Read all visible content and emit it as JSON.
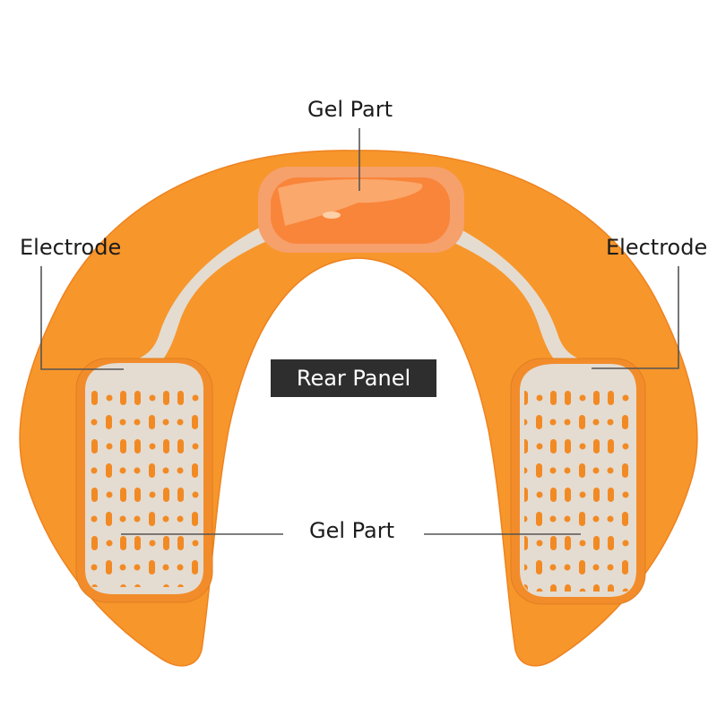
{
  "diagram": {
    "labels": {
      "gel_part_top": "Gel Part",
      "electrode_left": "Electrode",
      "electrode_right": "Electrode",
      "gel_part_bottom": "Gel Part",
      "panel_title": "Rear Panel"
    },
    "colors": {
      "device_orange": "#F7962B",
      "device_edge": "#EE8320",
      "gel_pad_border": "#F6A06C",
      "gel_pad_fill": "#F9853A",
      "electrode_fill": "#E4DCD1",
      "hole_orange": "#F28A24",
      "leader_line": "#555555",
      "panel_bg": "#2E2E2E",
      "panel_text": "#FFFFFF",
      "label_text": "#1C1C1C"
    },
    "parts": [
      {
        "name": "top gel pad",
        "label": "Gel Part"
      },
      {
        "name": "left electrode",
        "label": "Electrode"
      },
      {
        "name": "right electrode",
        "label": "Electrode"
      },
      {
        "name": "left/right electrode gel",
        "label": "Gel Part"
      }
    ]
  }
}
